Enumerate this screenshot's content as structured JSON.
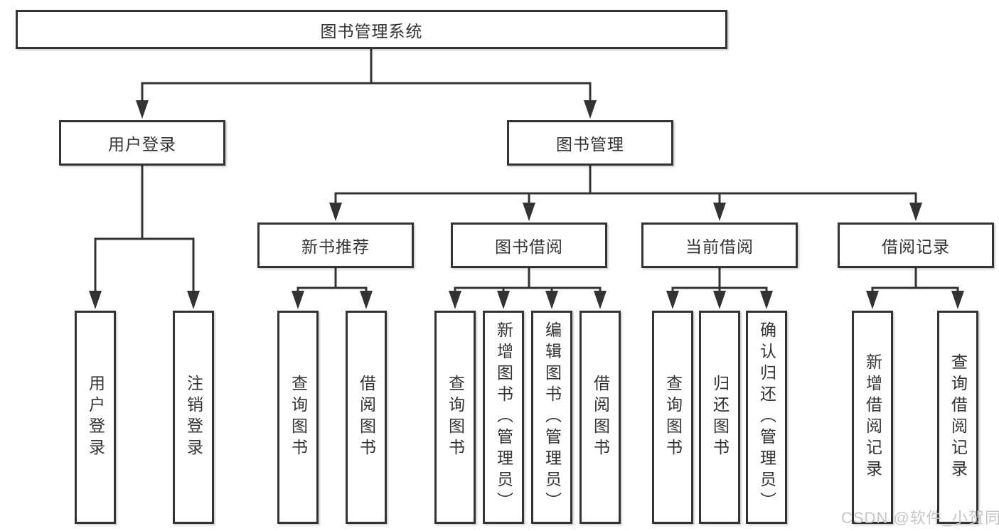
{
  "root": {
    "label": "图书管理系统"
  },
  "branches": {
    "user_login": {
      "label": "用户登录",
      "children": [
        {
          "label": "用户登录"
        },
        {
          "label": "注销登录"
        }
      ]
    },
    "book_management": {
      "label": "图书管理",
      "children": [
        {
          "label": "新书推荐",
          "children": [
            {
              "label": "查询图书"
            },
            {
              "label": "借阅图书"
            }
          ]
        },
        {
          "label": "图书借阅",
          "children": [
            {
              "label": "查询图书"
            },
            {
              "label": "新增图书（管理员）"
            },
            {
              "label": "编辑图书（管理员）"
            },
            {
              "label": "借阅图书"
            }
          ]
        },
        {
          "label": "当前借阅",
          "children": [
            {
              "label": "查询图书"
            },
            {
              "label": "归还图书"
            },
            {
              "label": "确认归还（管理员）"
            }
          ]
        },
        {
          "label": "借阅记录",
          "children": [
            {
              "label": "新增借阅记录"
            },
            {
              "label": "查询借阅记录"
            }
          ]
        }
      ]
    }
  },
  "watermark": {
    "text": "CSDN @软件_小贺同学",
    "color": "#c3c3c3"
  },
  "colors": {
    "line": "#333333",
    "border": "#333333",
    "text": "#333333",
    "background": "#ffffff"
  }
}
